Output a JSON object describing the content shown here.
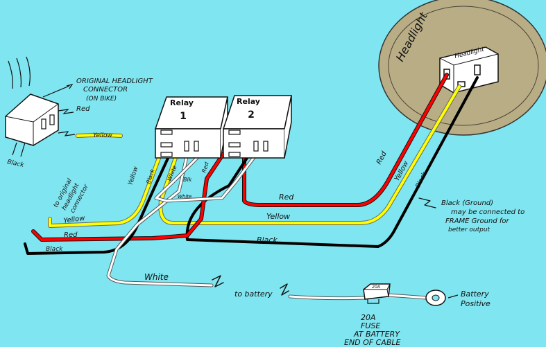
{
  "headlight": {
    "bowl_label": "Headlight",
    "plug_label": "Headlight"
  },
  "relays": [
    {
      "name": "Relay",
      "number": "1"
    },
    {
      "name": "Relay",
      "number": "2"
    }
  ],
  "original_connector": {
    "label_line1": "ORIGINAL HEADLIGHT",
    "label_line2": "CONNECTOR",
    "label_line3": "(ON BIKE)",
    "red": "Red",
    "yellow": "Yellow",
    "black": "Black"
  },
  "left_labels": {
    "to_original_1": "to original",
    "to_original_2": "headlight",
    "to_original_3": "connector",
    "yellow": "Yellow",
    "red": "Red",
    "black": "Black"
  },
  "relay_wire_labels": {
    "yellow": "Yellow",
    "black": "Black",
    "white": "White",
    "red": "Red",
    "blk": "Blk",
    "white2": "White"
  },
  "long_wire_labels": {
    "red_main": "Red",
    "yellow_main": "Yellow",
    "black_main": "Black",
    "white_main": "White",
    "red_diag": "Red",
    "yellow_diag": "Yellow",
    "black_diag": "Black"
  },
  "ground_note": {
    "line1": "Black (Ground)",
    "line2": "may be connected to",
    "line3": "FRAME Ground for",
    "line4": "better output"
  },
  "battery": {
    "to_battery": "to battery",
    "fuse_body": "20A",
    "fuse_line1": "20A",
    "fuse_line2": "FUSE",
    "fuse_line3": "AT BATTERY",
    "fuse_line4": "END OF CABLE",
    "positive_line1": "Battery",
    "positive_line2": "Positive"
  },
  "colors": {
    "background": "#7fe5f0",
    "red_wire": "#ff0000",
    "yellow_wire": "#ffff00",
    "black_wire": "#000000",
    "white_wire": "#ffffff",
    "headlight_bowl": "#b9ad86"
  }
}
